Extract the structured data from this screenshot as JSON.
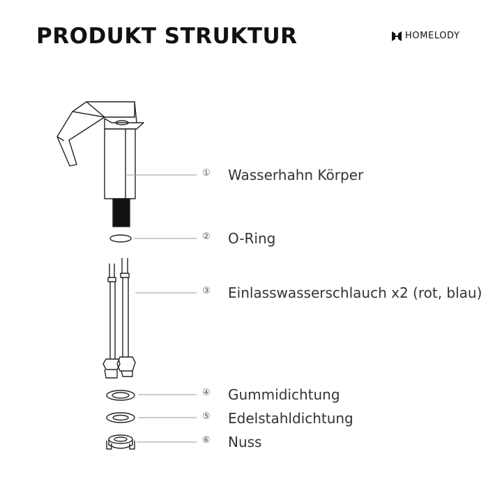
{
  "title": "PRODUKT STRUKTUR",
  "brand": {
    "name": "HOMELODY",
    "icon": "homelody-logo-icon"
  },
  "parts": [
    {
      "number": "①",
      "label": "Wasserhahn Körper"
    },
    {
      "number": "②",
      "label": "O-Ring"
    },
    {
      "number": "③",
      "label": "Einlasswasserschlauch x2 (rot, blau)"
    },
    {
      "number": "④",
      "label": "Gummidichtung"
    },
    {
      "number": "⑤",
      "label": "Edelstahldichtung"
    },
    {
      "number": "⑥",
      "label": "Nuss"
    }
  ],
  "colors": {
    "line": "#222222",
    "leader": "#999999",
    "text": "#333333"
  }
}
